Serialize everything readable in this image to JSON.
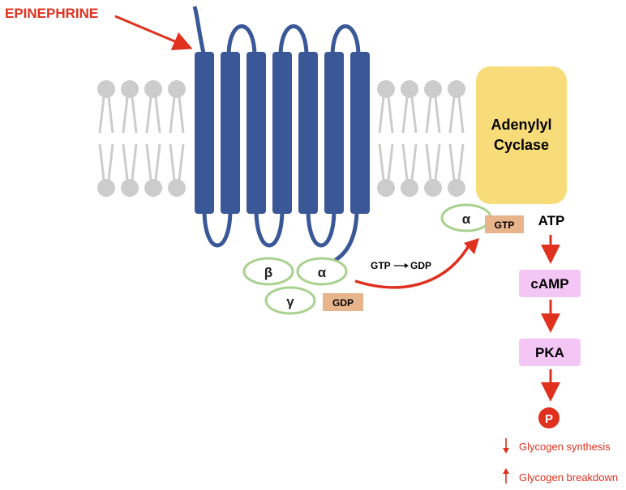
{
  "title": "EPINEPHRINE",
  "enzyme": {
    "line1": "Adenylyl",
    "line2": "Cyclase"
  },
  "g_protein": {
    "beta": "β",
    "alpha": "α",
    "gamma": "γ",
    "gdp": "GDP"
  },
  "activated": {
    "alpha": "α",
    "gtp": "GTP"
  },
  "exchange_label": {
    "from": "GTP",
    "to": "GDP"
  },
  "cascade": {
    "atp": "ATP",
    "camp": "cAMP",
    "pka": "PKA",
    "phospho": "P"
  },
  "effects": [
    {
      "direction": "down",
      "text": "Glycogen synthesis"
    },
    {
      "direction": "up",
      "text": "Glycogen breakdown"
    }
  ],
  "colors": {
    "red": "#e0301e",
    "receptor": "#3a5898",
    "lipid": "#cccccc",
    "enzyme": "#f8dc7a",
    "subunit_stroke": "#a9d18e",
    "nucleotide_box": "#e8b48c",
    "cascade_box": "#f3c6f5"
  }
}
